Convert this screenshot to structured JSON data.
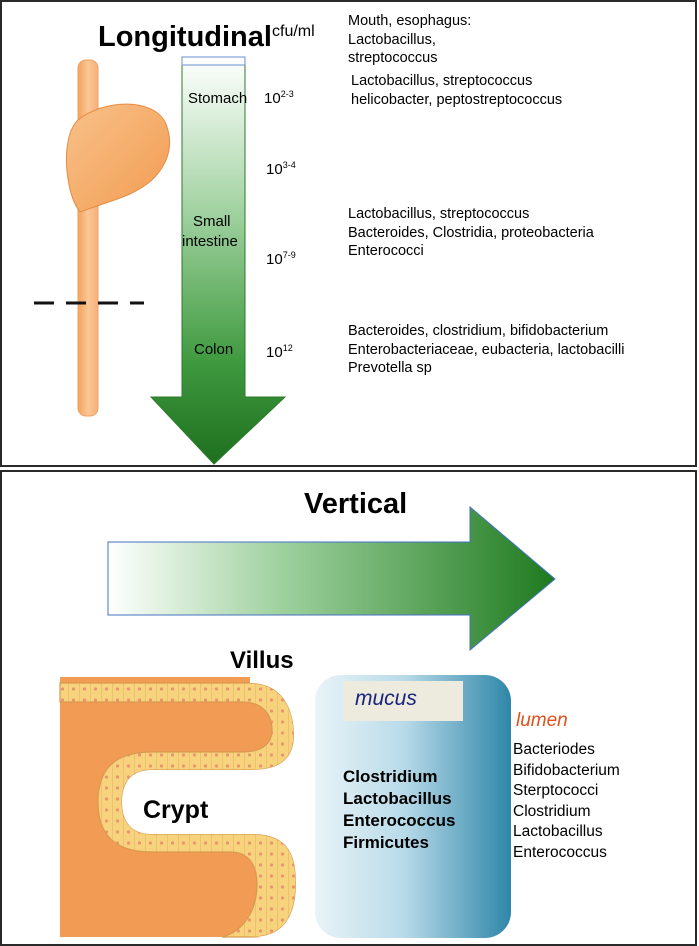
{
  "longitudinal": {
    "title": "Longitudinal",
    "unit": "cfu/ml",
    "sites": [
      {
        "label": "Stomach",
        "conc": "10",
        "exp": "2-3"
      },
      {
        "label": "",
        "conc": "10",
        "exp": "3-4"
      },
      {
        "label": "Small intestine",
        "line1": "Small",
        "line2": "intestine",
        "conc": "10",
        "exp": "7-9"
      },
      {
        "label": "Colon",
        "conc": "10",
        "exp": "12"
      }
    ],
    "microbes": [
      {
        "lines": [
          "Mouth, esophagus:",
          "Lactobacillus,",
          "streptococcus"
        ]
      },
      {
        "lines": [
          "Lactobacillus, streptococcus",
          "helicobacter, peptostreptococcus"
        ]
      },
      {
        "lines": [
          "Lactobacillus, streptococcus",
          "Bacteroides, Clostridia, proteobacteria",
          "Enterococci"
        ]
      },
      {
        "lines": [
          "Bacteroides, clostridium, bifidobacterium",
          "Enterobacteriaceae, eubacteria, lactobacilli",
          "Prevotella sp"
        ]
      }
    ]
  },
  "vertical": {
    "title": "Vertical",
    "villus_label": "Villus",
    "crypt_label": "Crypt",
    "mucus_label": "mucus",
    "mucus_microbes": [
      "Clostridium",
      "Lactobacillus",
      "Enterococcus",
      "Firmicutes"
    ],
    "lumen_label": "lumen",
    "lumen_microbes": [
      "Bacteriodes",
      "Bifidobacterium",
      "Sterptococci",
      "Clostridium",
      "Lactobacillus",
      "Enterococcus"
    ]
  },
  "colors": {
    "arrow_green": "#1e7a1e",
    "tract_orange": "#f3a765",
    "epithelium_yellow": "#f7d27a",
    "lumen_label": "#e0501a",
    "mucus_label": "#1a237e",
    "mucus_blue": "#2b86a5"
  }
}
